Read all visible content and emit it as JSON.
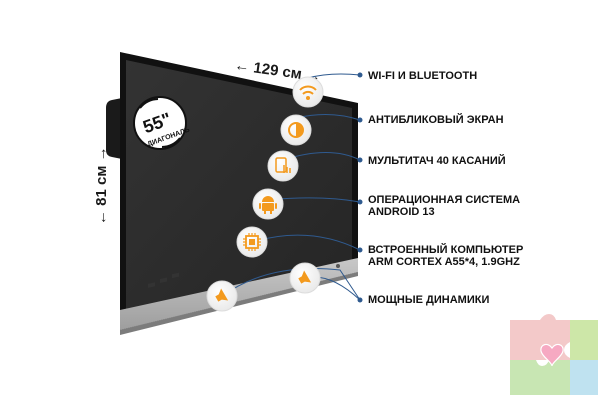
{
  "dimensions": {
    "width_label": "← 129 см →",
    "height_label": "← 81 см →"
  },
  "badge": {
    "size": "55\"",
    "caption": "ДИАГОНАЛЬ"
  },
  "features": [
    {
      "line1": "WI-FI И BLUETOOTH",
      "line2": "",
      "icon": "wifi-icon"
    },
    {
      "line1": "АНТИБЛИКОВЫЙ ЭКРАН",
      "line2": "",
      "icon": "brightness-icon"
    },
    {
      "line1": "МУЛЬТИТАЧ 40 КАСАНИЙ",
      "line2": "",
      "icon": "touch-icon"
    },
    {
      "line1": "ОПЕРАЦИОННАЯ СИСТЕМА",
      "line2": "ANDROID 13",
      "icon": "android-icon"
    },
    {
      "line1": "ВСТРОЕННЫЙ КОМПЬЮТЕР",
      "line2": "ARM CORTEX A55*4, 1.9GHZ",
      "icon": "cpu-icon"
    },
    {
      "line1": "МОЩНЫЕ ДИНАМИКИ",
      "line2": "",
      "icon": "speaker-icon"
    }
  ],
  "colors": {
    "accent": "#f39a1e",
    "line": "#2f5a8f",
    "screen": "#2a2a2a",
    "bezel": "#111111",
    "bottom_bar": "#b9b9b9"
  }
}
